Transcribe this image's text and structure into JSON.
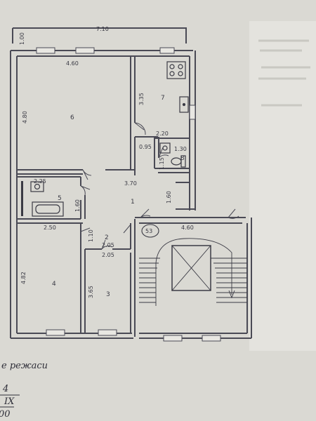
{
  "dimensions": {
    "top_width": "7.10",
    "left_offset": "1.00",
    "room6_width": "4.60",
    "room6_height": "4.80",
    "room7_height": "3.35",
    "bath_width": "2.20",
    "bath_height": "0.95",
    "wc_width": "1.30",
    "wc_height": "1.15",
    "room5_width": "2.25",
    "room5_height": "1.60",
    "hall_width": "3.70",
    "hall_height": "1.60",
    "room4_width": "2.50",
    "room4_height": "4.82",
    "room2_height": "1.10",
    "room2_width_top": "2.05",
    "room2_width_bottom": "2.05",
    "room3_height": "3.65",
    "stair_width": "4.60"
  },
  "rooms": {
    "r1": "1",
    "r2": "2",
    "r3": "3",
    "r4": "4",
    "r5": "5",
    "r6": "6",
    "r7": "7",
    "r8": "8"
  },
  "apartment_number": "53",
  "footer": {
    "caption": "е режаси",
    "fraction_numerator": "4",
    "fraction_denominator": "IX",
    "bottom_number": "00"
  },
  "colors": {
    "paper": "#dad9d3",
    "ink": "#3a3a44",
    "wall": "#4a4a55"
  }
}
